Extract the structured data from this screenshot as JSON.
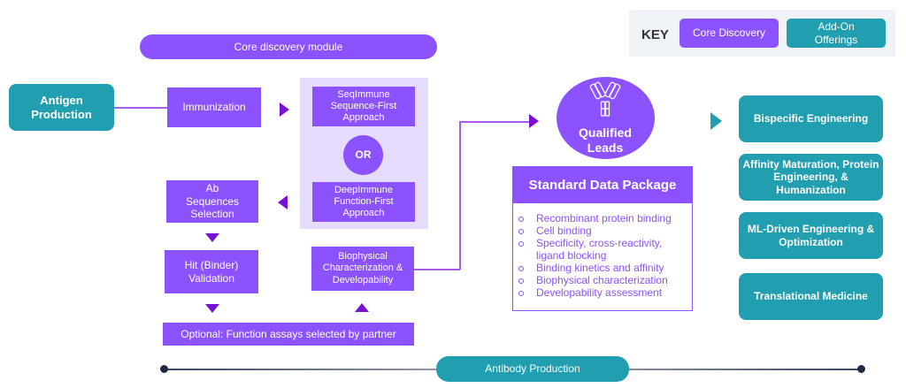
{
  "key": {
    "title": "KEY",
    "items": [
      {
        "label": "Core Discovery",
        "color": "#8c52ff"
      },
      {
        "label": "Add-On Offerings",
        "color": "#219fb0"
      }
    ]
  },
  "core_module_label": "Core discovery module",
  "antigen_production": "Antigen Production",
  "immunization": "Immunization",
  "approaches": {
    "seq": "SeqImmune Sequence-First Approach",
    "or": "OR",
    "deep": "DeepImmune Function-First Approach"
  },
  "ab_selection": "Ab Sequences Selection",
  "hit_validation": "Hit (Binder) Validation",
  "biophysical": "Biophysical Characterization & Developability",
  "optional_assays": "Optional: Function assays selected by partner",
  "qualified_leads": {
    "icon": "antibody-icon",
    "label": "Qualified Leads"
  },
  "data_package": {
    "title": "Standard Data Package",
    "items": [
      "Recombinant protein binding",
      "Cell binding",
      "Specificity, cross-reactivity, ligand blocking",
      "Binding kinetics and affinity",
      "Biophysical characterization",
      "Developability assessment"
    ]
  },
  "add_ons": [
    "Bispecific Engineering",
    "Affinity Maturation, Protein Engineering, & Humanization",
    "ML-Driven Engineering & Optimization",
    "Translational Medicine"
  ],
  "antibody_production": "Antibody Production",
  "colors": {
    "core": "#8c52ff",
    "addon": "#219fb0",
    "arrow": "#7a12d6",
    "panel": "#e6dcff",
    "key_bg": "#eff3f7",
    "timeline": "#1f2a44"
  }
}
